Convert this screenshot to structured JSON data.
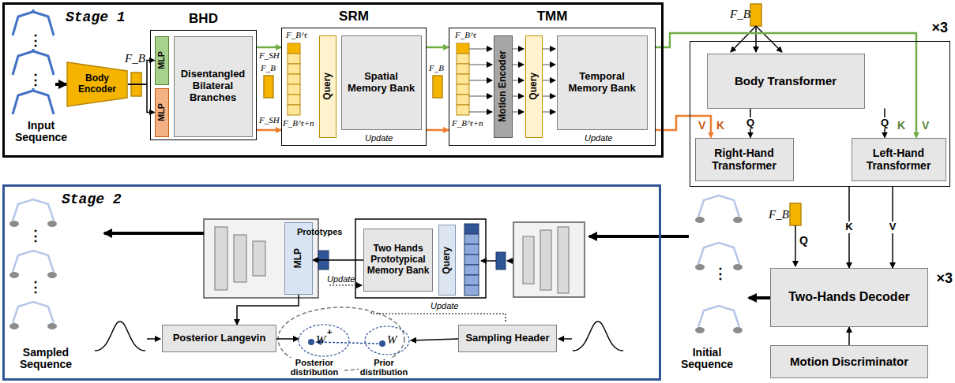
{
  "diagram": {
    "nodes": [
      {
        "text": [
          "Stage 1"
        ]
      },
      {
        "text": [
          "Body Encoder"
        ],
        "in": 0
      },
      {
        "text": [
          "BHD"
        ],
        "in": 0
      },
      {
        "text": [
          "MLP"
        ],
        "in": 2
      },
      {
        "text": [
          "MLP"
        ],
        "in": 2
      },
      {
        "text": [
          "Disentangled Bilateral Branches"
        ],
        "in": 2
      },
      {
        "text": [
          "SRM"
        ],
        "in": 0
      },
      {
        "text": [
          "Query"
        ],
        "in": 6
      },
      {
        "text": [
          "Spatial Memory Bank"
        ],
        "in": 6
      },
      {
        "text": [
          "TMM"
        ],
        "in": 0
      },
      {
        "text": [
          "Motion Encoder"
        ],
        "in": 9
      },
      {
        "text": [
          "Query"
        ],
        "in": 9
      },
      {
        "text": [
          "Temporal Memory Bank"
        ],
        "in": 9
      },
      {
        "text": [
          "×3"
        ]
      },
      {
        "text": [
          "Body Transformer"
        ],
        "in": 13
      },
      {
        "text": [
          "Right-Hand Transformer"
        ],
        "in": 13
      },
      {
        "text": [
          "Left-Hand Transformer"
        ],
        "in": 13
      },
      {
        "text": [
          "Two-Hands Decoder",
          "×3"
        ]
      },
      {
        "text": [
          "Motion Discriminator"
        ]
      },
      {
        "text": [
          "Stage 2"
        ]
      },
      {
        "text": [
          "Two Hands Prototypical Memory Bank"
        ],
        "in": 19
      },
      {
        "text": [
          "Query"
        ],
        "in": 19
      },
      {
        "text": [
          "MLP"
        ],
        "in": 19
      },
      {
        "text": [
          "Posterior Langevin"
        ],
        "in": 19
      },
      {
        "text": [
          "Sampling Header"
        ],
        "in": 19
      }
    ],
    "edges": [
      {
        "from": 1,
        "to": 3,
        "arrow": "to"
      },
      {
        "from": 1,
        "to": 4,
        "arrow": "to"
      },
      {
        "from": 2,
        "to": 6,
        "arrow": "to"
      },
      {
        "from": 2,
        "to": 6,
        "arrow": "to"
      },
      {
        "from": 6,
        "to": 9,
        "arrow": "to"
      },
      {
        "from": 6,
        "to": 9,
        "arrow": "to"
      },
      {
        "from": 9,
        "to": 16,
        "arrow": "to"
      },
      {
        "from": 9,
        "to": 15,
        "arrow": "to"
      },
      {
        "from": 14,
        "to": 15,
        "label": "Q",
        "arrow": "to"
      },
      {
        "from": 14,
        "to": 16,
        "label": "Q",
        "arrow": "to"
      },
      {
        "from": 13,
        "to": 17,
        "label": "K",
        "arrow": "to"
      },
      {
        "from": 13,
        "to": 17,
        "label": "V",
        "arrow": "to"
      },
      {
        "from": 18,
        "to": 17,
        "arrow": "to"
      },
      {
        "from": 20,
        "to": 22,
        "arrow": "to"
      },
      {
        "from": 22,
        "to": 23,
        "arrow": "to"
      }
    ],
    "labels": [
      "Input Sequence",
      "⋮",
      "⋮",
      "F_B",
      "F_SH",
      "F_SH",
      "F_B",
      "F_B^t",
      "F_B^t+n",
      "Update",
      "F_B",
      "F_B^t",
      "F_B^t+n",
      "Update",
      "F_B",
      "V",
      "K",
      "K",
      "V",
      "F_B",
      "Q",
      "Initial Sequence",
      "⋮",
      "Sampled Sequence",
      "⋮",
      "⋮",
      "Prototypes",
      "Update",
      "W",
      "+",
      "W",
      "Posterior distribution",
      "Prior distribution",
      "Update"
    ]
  }
}
